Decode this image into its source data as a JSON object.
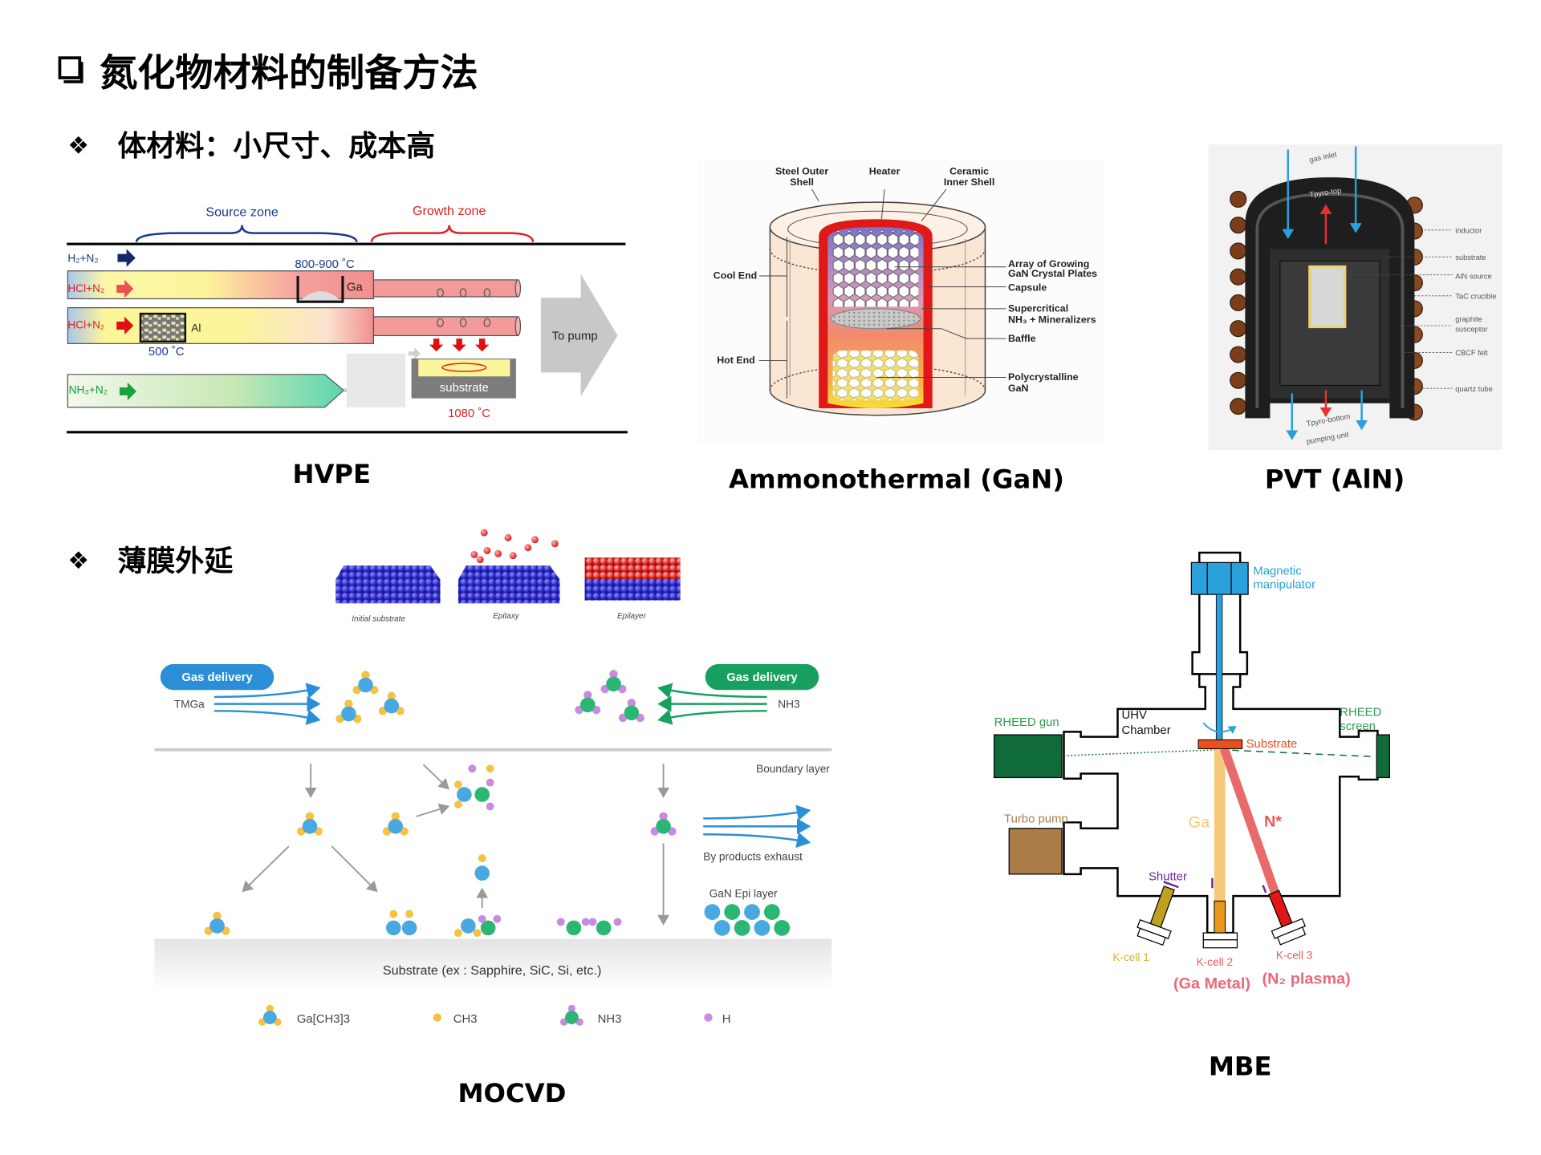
{
  "title": {
    "bullet_icon": "hollow-square-bullet",
    "text": "氮化物材料的制备方法"
  },
  "bulk": {
    "bullet_icon": "diamond-bullet",
    "heading": "体材料：小尺寸、成本高"
  },
  "thin_film": {
    "bullet_icon": "diamond-bullet",
    "heading": "薄膜外延"
  },
  "hvpe": {
    "caption": "HVPE",
    "source_zone": "Source zone",
    "growth_zone": "Growth zone",
    "gas_h2": "H₂+N₂",
    "gas_hcl_1": "HCl+N₂",
    "gas_hcl_2": "HCl+N₂",
    "gas_nh3": "NH₃+N₂",
    "temp_ga": "800-900 ˚C",
    "ga": "Ga",
    "al": "Al",
    "temp_al": "500 ˚C",
    "substrate": "substrate",
    "temp_sub": "1080 ˚C",
    "to_pump": "To pump"
  },
  "ammonothermal": {
    "caption": "Ammonothermal (GaN)",
    "steel_1": "Steel Outer",
    "steel_2": "Shell",
    "heater": "Heater",
    "ceramic_1": "Ceramic",
    "ceramic_2": "Inner Shell",
    "cool_end": "Cool End",
    "hot_end": "Hot End",
    "array_1": "Array of Growing",
    "array_2": "GaN Crystal Plates",
    "capsule": "Capsule",
    "super_1": "Supercritical",
    "super_2": "NH₃ + Mineralizers",
    "baffle": "Baffle",
    "poly_1": "Polycrystalline",
    "poly_2": "GaN"
  },
  "pvt": {
    "caption": "PVT (AlN)",
    "gas_inlet": "gas inlet",
    "t_top": "Tpyro-top",
    "t_bottom": "Tpyro-bottom",
    "pumping": "pumping unit",
    "labels": [
      "inductor",
      "substrate",
      "AlN source",
      "TaC crucible",
      "graphite",
      "susceptor",
      "CBCF felt",
      "quartz tube"
    ]
  },
  "epitaxy": {
    "initial": "Initial substrate",
    "epitaxy": "Epitaxy",
    "epilayer": "Epilayer"
  },
  "mocvd": {
    "caption": "MOCVD",
    "gas_delivery_left": "Gas delivery",
    "gas_delivery_right": "Gas delivery",
    "tmga": "TMGa",
    "nh3": "NH3",
    "boundary": "Boundary layer",
    "byproducts": "By products exhaust",
    "epi": "GaN Epi layer",
    "substrate": "Substrate (ex : Sapphire, SiC, Si, etc.)",
    "legend": [
      "Ga[CH3]3",
      "CH3",
      "NH3",
      "H"
    ],
    "colors": {
      "ga": "#4aa8e0",
      "ch3": "#f5c242",
      "n": "#2bb673",
      "h": "#c98be0"
    }
  },
  "mbe": {
    "caption": "MBE",
    "magnetic_1": "Magnetic",
    "magnetic_2": "manipulator",
    "rheed_gun": "RHEED gun",
    "rheed_screen_1": "RHEED",
    "rheed_screen_2": "screen",
    "uhv_1": "UHV",
    "uhv_2": "Chamber",
    "substrate": "Substrate",
    "turbo": "Turbo pump",
    "ga": "Ga",
    "nstar": "N*",
    "shutter": "Shutter",
    "kcell1": "K-cell 1",
    "kcell2": "K-cell 2",
    "kcell3": "K-cell 3",
    "ga_metal": "(Ga Metal)",
    "n2_plasma": "(N₂ plasma)"
  }
}
